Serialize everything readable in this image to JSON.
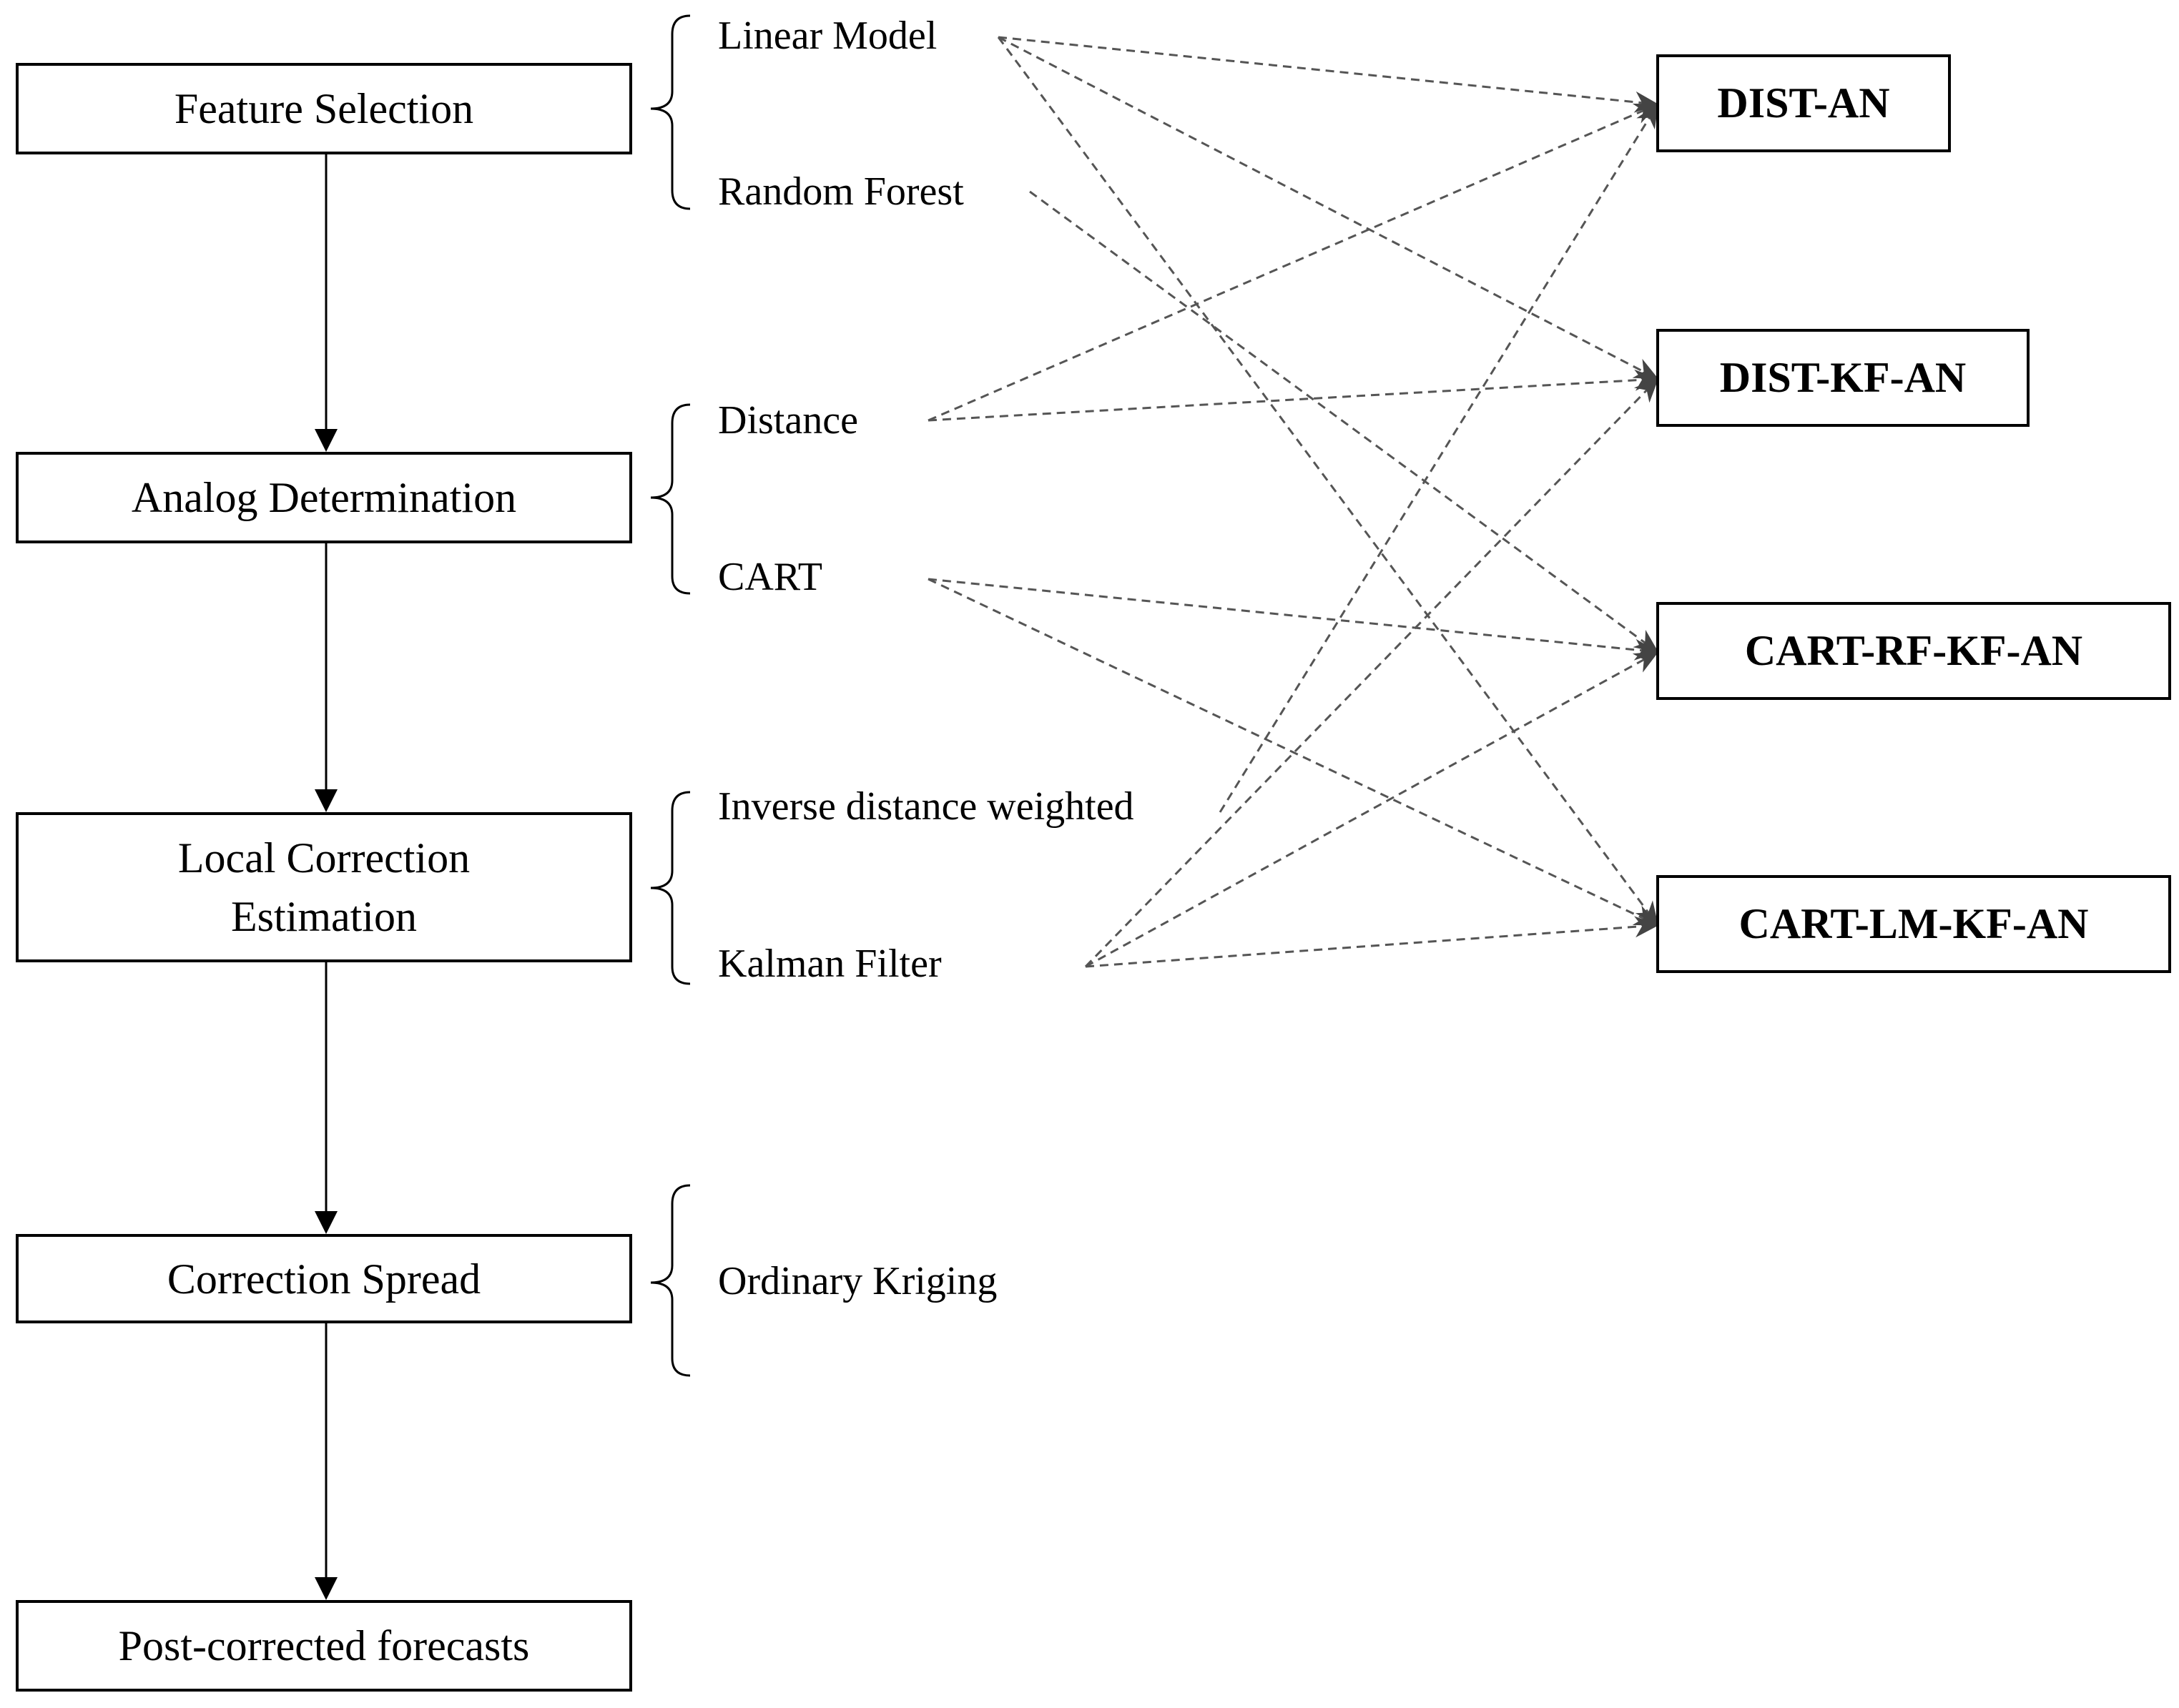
{
  "workflow": {
    "steps": [
      {
        "label": "Feature Selection"
      },
      {
        "label": "Analog Determination"
      },
      {
        "label": "Local Correction\nEstimation"
      },
      {
        "label": "Correction Spread"
      },
      {
        "label": "Post-corrected forecasts"
      }
    ]
  },
  "methods": [
    {
      "label": "Linear Model"
    },
    {
      "label": "Random Forest"
    },
    {
      "label": "Distance"
    },
    {
      "label": "CART"
    },
    {
      "label": "Inverse distance weighted"
    },
    {
      "label": "Kalman Filter"
    },
    {
      "label": "Ordinary Kriging"
    }
  ],
  "variants": [
    {
      "label": "DIST-AN"
    },
    {
      "label": "DIST-KF-AN"
    },
    {
      "label": "CART-RF-KF-AN"
    },
    {
      "label": "CART-LM-KF-AN"
    }
  ],
  "links": [
    {
      "from": "Linear Model",
      "to": "DIST-AN"
    },
    {
      "from": "Linear Model",
      "to": "DIST-KF-AN"
    },
    {
      "from": "Linear Model",
      "to": "CART-LM-KF-AN"
    },
    {
      "from": "Random Forest",
      "to": "CART-RF-KF-AN"
    },
    {
      "from": "Distance",
      "to": "DIST-AN"
    },
    {
      "from": "Distance",
      "to": "DIST-KF-AN"
    },
    {
      "from": "CART",
      "to": "CART-RF-KF-AN"
    },
    {
      "from": "CART",
      "to": "CART-LM-KF-AN"
    },
    {
      "from": "Inverse distance weighted",
      "to": "DIST-AN"
    },
    {
      "from": "Kalman Filter",
      "to": "DIST-KF-AN"
    },
    {
      "from": "Kalman Filter",
      "to": "CART-RF-KF-AN"
    },
    {
      "from": "Kalman Filter",
      "to": "CART-LM-KF-AN"
    }
  ]
}
